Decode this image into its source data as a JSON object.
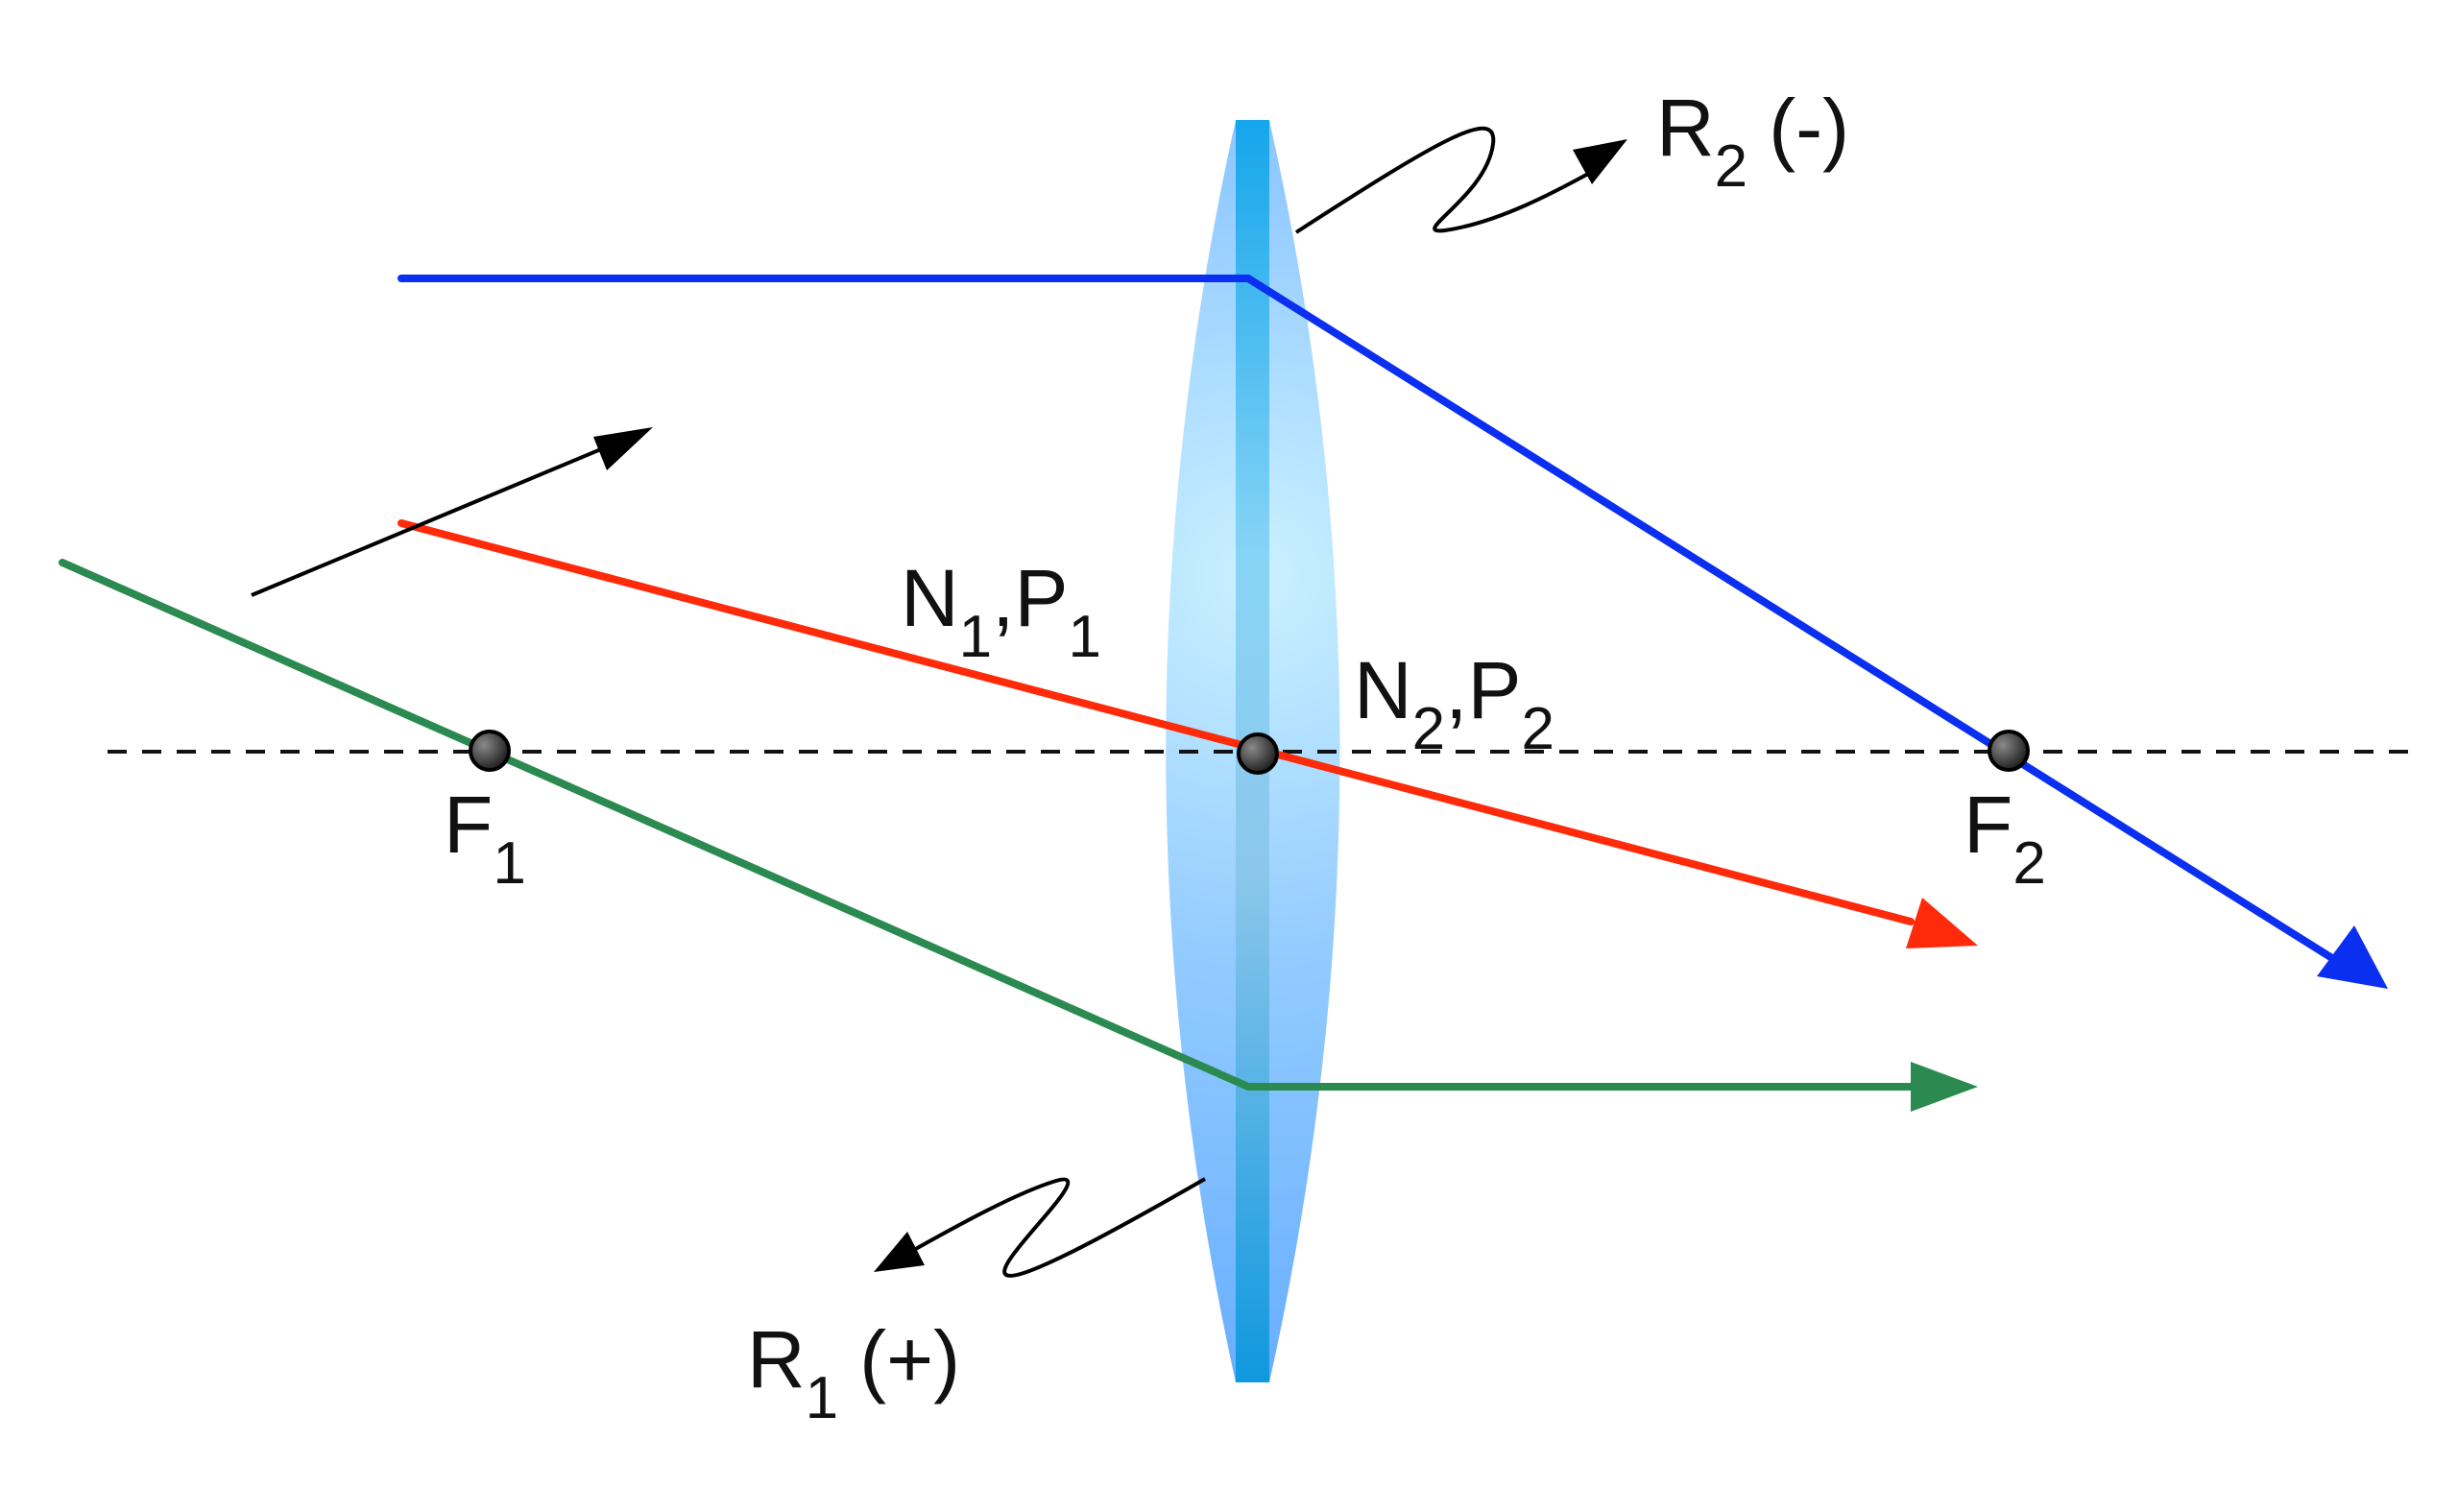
{
  "labels": {
    "focal_point_front": {
      "main": "F",
      "sub": "1"
    },
    "focal_point_back": {
      "main": "F",
      "sub": "2"
    },
    "principal_front": {
      "n": "N",
      "n_sub": "1",
      "sep": ",",
      "p": "P",
      "p_sub": "1"
    },
    "principal_back": {
      "n": "N",
      "n_sub": "2",
      "sep": ",",
      "p": "P",
      "p_sub": "2"
    },
    "radius_front": {
      "main": "R",
      "sub": "1",
      "sign": "(+)"
    },
    "radius_back": {
      "main": "R",
      "sub": "2",
      "sign": "(-)"
    }
  },
  "colors": {
    "background": "#ffffff",
    "axis": "#111111",
    "ray_parallel_in": "#0a2ff0",
    "ray_through_center": "#ff2a0a",
    "ray_through_focus": "#2a8a50",
    "lens_light": "#c8f0ff",
    "lens_mid": "#8cc8ff",
    "lens_dark": "#5aa6ff",
    "lens_center_strip": "#00a0e8",
    "point_fill": "#333333",
    "pointer": "#000000"
  }
}
